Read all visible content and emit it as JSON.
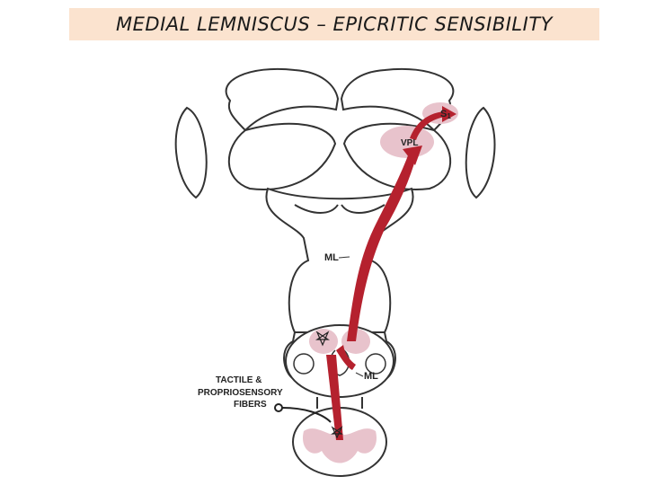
{
  "title": "MEDIAL LEMNISCUS – EPICRITIC SENSIBILITY",
  "figure": {
    "labels": {
      "s1": "S",
      "s1_sub": "1",
      "vpl": "VPL",
      "ml_upper": "ML",
      "ml_lower": "ML",
      "fibers_line1": "TACTILE &",
      "fibers_line2": "PROPRIOSENSORY",
      "fibers_line3": "FIBERS"
    }
  },
  "colors": {
    "pathway": "#b5212e",
    "nucleus_shade": "#e8c3cc",
    "outline": "#333333",
    "title_bg": "#fbe3cf"
  }
}
